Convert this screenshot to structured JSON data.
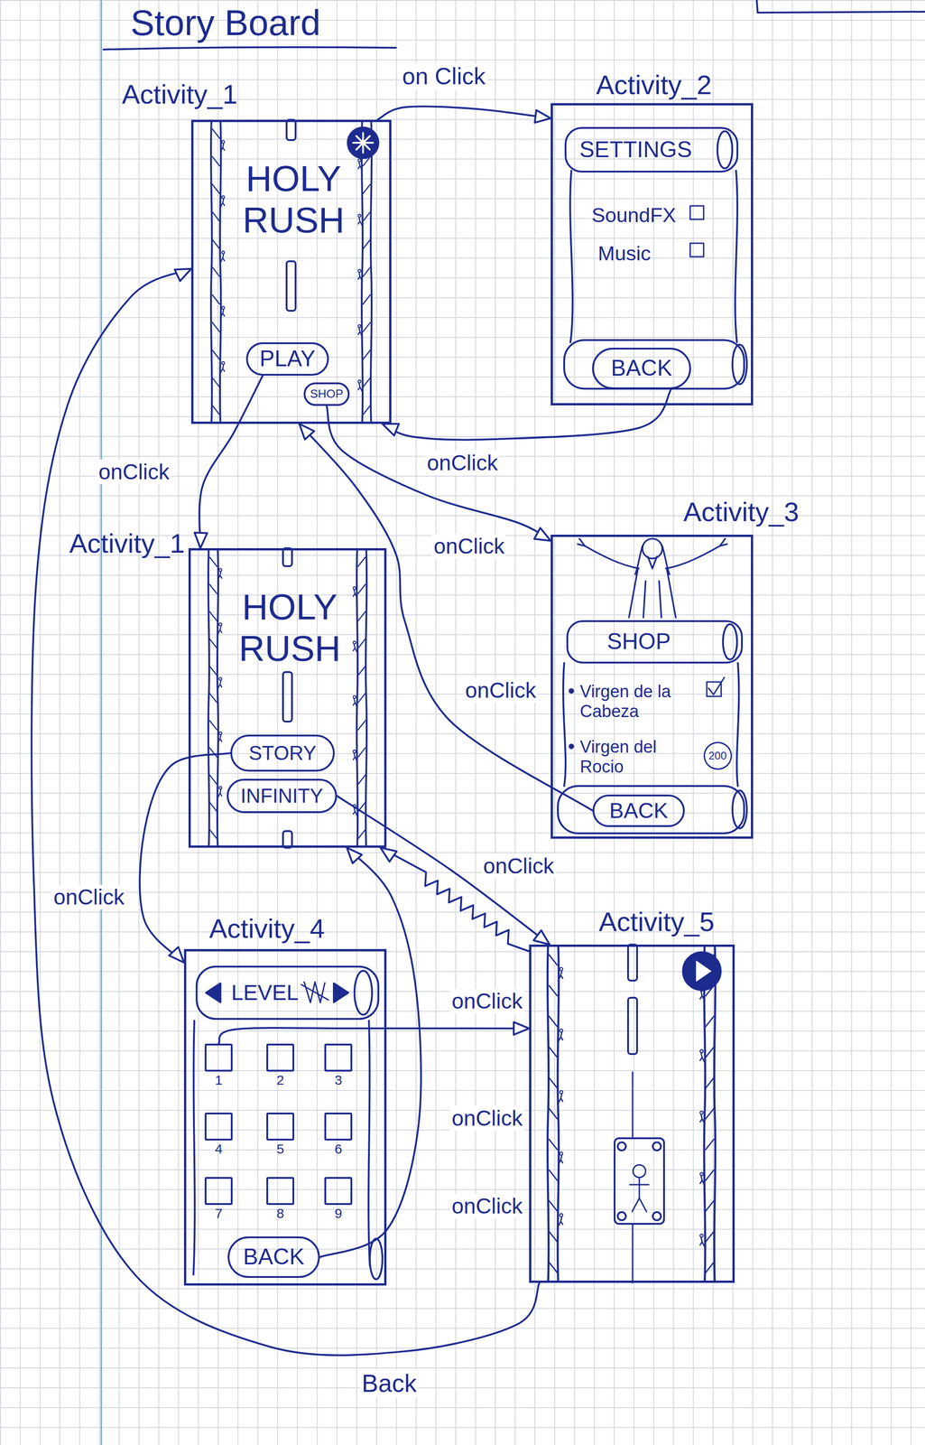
{
  "diagram": {
    "title": "Story Board",
    "nodes": [
      {
        "text": [
          "Activity_1",
          "HOLY RUSH"
        ]
      },
      {
        "text": [
          "PLAY"
        ],
        "in": 0
      },
      {
        "text": [
          "SHOP"
        ],
        "in": 0
      },
      {
        "text": [
          "Activity_2",
          "SoundFX",
          "Music"
        ]
      },
      {
        "text": [
          "SETTINGS"
        ],
        "in": 3
      },
      {
        "text": [
          "BACK"
        ],
        "in": 3
      },
      {
        "text": [
          "Activity_1",
          "HOLY RUSH"
        ]
      },
      {
        "text": [
          "STORY"
        ],
        "in": 6
      },
      {
        "text": [
          "INFINITY"
        ],
        "in": 6
      },
      {
        "text": [
          "Activity_3",
          "Virgen de la Cabeza",
          "Virgen del Rocio"
        ]
      },
      {
        "text": [
          "SHOP"
        ],
        "in": 9
      },
      {
        "text": [
          "200"
        ],
        "in": 9
      },
      {
        "text": [
          "BACK"
        ],
        "in": 9
      },
      {
        "text": [
          "Activity_4"
        ]
      },
      {
        "text": [
          "LEVEL"
        ],
        "in": 13
      },
      {
        "text": [
          "1"
        ],
        "in": 13
      },
      {
        "text": [
          "2"
        ],
        "in": 13
      },
      {
        "text": [
          "3"
        ],
        "in": 13
      },
      {
        "text": [
          "4"
        ],
        "in": 13
      },
      {
        "text": [
          "5"
        ],
        "in": 13
      },
      {
        "text": [
          "6"
        ],
        "in": 13
      },
      {
        "text": [
          "7"
        ],
        "in": 13
      },
      {
        "text": [
          "8"
        ],
        "in": 13
      },
      {
        "text": [
          "9"
        ],
        "in": 13
      },
      {
        "text": [
          "BACK"
        ],
        "in": 13
      },
      {
        "text": [
          "Activity_5"
        ]
      }
    ],
    "edges": [
      {
        "from": 0,
        "to": 3,
        "label": "on Click",
        "arrow": "to"
      },
      {
        "from": 5,
        "to": 0,
        "label": "onClick",
        "arrow": "to"
      },
      {
        "from": 2,
        "to": 9,
        "label": "onClick",
        "arrow": "to"
      },
      {
        "from": 12,
        "to": 0,
        "label": "onClick",
        "arrow": "to"
      },
      {
        "from": 1,
        "to": 6,
        "label": "onClick",
        "arrow": "to"
      },
      {
        "from": 7,
        "to": 13,
        "label": "onClick",
        "arrow": "to"
      },
      {
        "from": 8,
        "to": 25,
        "label": "onClick",
        "arrow": "to"
      },
      {
        "from": 25,
        "to": 6,
        "arrow": "to"
      },
      {
        "from": 15,
        "to": 25,
        "label": "onClick",
        "arrow": "to"
      },
      {
        "from": 24,
        "to": 6,
        "label": "onClick",
        "arrow": "to"
      },
      {
        "from": 25,
        "to": 0,
        "label": "Back",
        "arrow": "to"
      }
    ],
    "labels": [
      "onClick"
    ]
  }
}
